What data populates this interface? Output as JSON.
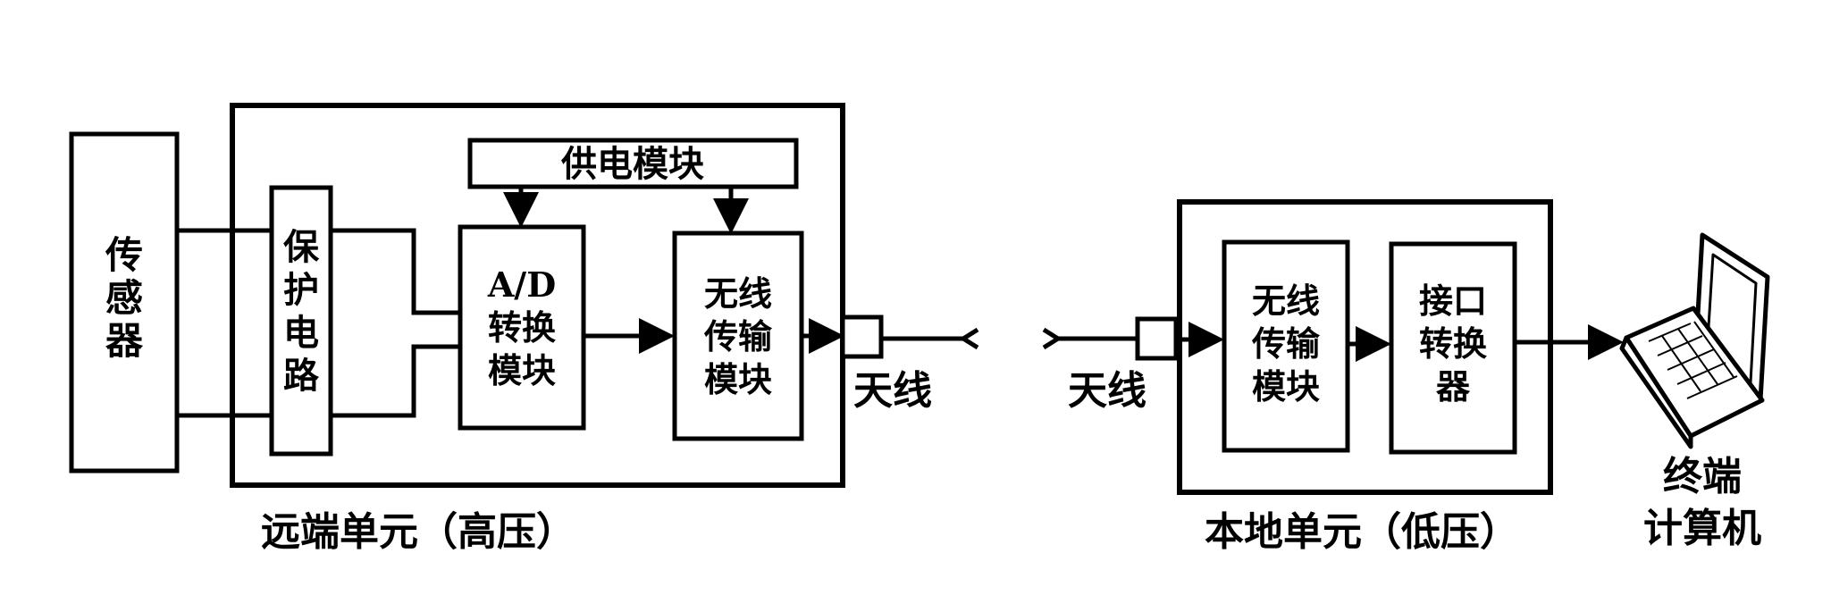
{
  "blocks": {
    "sensor": [
      "传",
      "感",
      "器"
    ],
    "protection": [
      "保",
      "护",
      "电",
      "路"
    ],
    "power": "供电模块",
    "adc": [
      "A/D",
      "转换",
      "模块"
    ],
    "wireless_tx": [
      "无线",
      "传输",
      "模块"
    ],
    "wireless_rx": [
      "无线",
      "传输",
      "模块"
    ],
    "interface": [
      "接口",
      "转换",
      "器"
    ]
  },
  "labels": {
    "antenna_remote": "天线",
    "antenna_local": "天线",
    "remote_unit": "远端单元（高压）",
    "local_unit": "本地单元（低压）",
    "terminal": [
      "终端",
      "计算机"
    ]
  },
  "colors": {
    "stroke": "#000000",
    "background": "#ffffff"
  }
}
